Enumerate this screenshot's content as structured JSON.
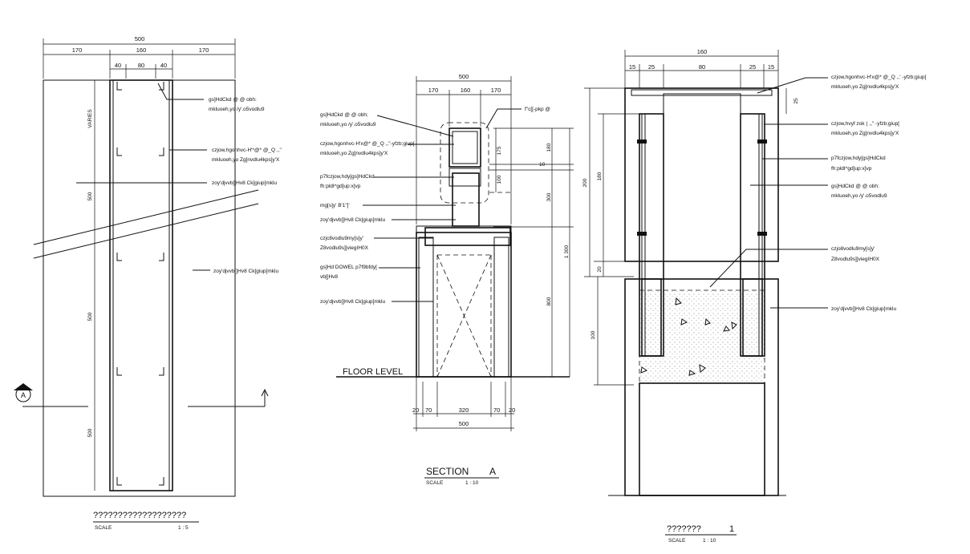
{
  "plan": {
    "dims_top": {
      "total": "500",
      "left": "170",
      "mid": "160",
      "right": "170",
      "a": "40",
      "b": "80",
      "c": "40"
    },
    "dims_left": {
      "varies": "VARIES",
      "d1": "500",
      "d2": "500",
      "d3": "500"
    },
    "labels": [
      "gs]HdCkd @ @ obh:",
      "mkluoeh,yo /y'.o5vodlu9",
      "czjow,hgonhvc-H'*@* @_Q ,,\"",
      "mkluoeh,yo Zg]nvdlu4kps]y'X",
      "zoy'djvvb[]Hv8 Ck[giup[mklu",
      "zoy'djvvb[]Hv8 Ck[giup[mklu"
    ],
    "section_mark": "A",
    "title": "???????????????????",
    "scale_label": "SCALE",
    "scale_value": "1 : 5"
  },
  "section": {
    "dims_top": {
      "total": "500",
      "left": "170",
      "mid": "160",
      "right": "170"
    },
    "dims_right": {
      "a": "175",
      "b": "180",
      "c": "100",
      "d": "300",
      "e": "1 300",
      "f": "800",
      "g": "10"
    },
    "dims_bottom": {
      "total": "500",
      "a": "20",
      "b": "70",
      "c": "320",
      "d": "70",
      "e": "20"
    },
    "labels_left": [
      "gs]HdCkd @ @ obh;",
      "mkluoeh,yo /y'.o5vodlu9",
      "czjow,hgonhvc-H'x@* @_Q ,,\"-yfzb;giup[",
      "mkluoeh,yo Zg]nvdlu4kps]y'X",
      "p7fczjow,hdy[gs]HdCkd",
      "fh:pldl^gd]up:x]vp",
      "mg[s]y' B'1\"]'",
      "zoy'djvvb[]Hv8 Ck[giup[mklu",
      "czjc8vodlu9my[s]y'",
      "Z8vodlu9s]]viegIH0X",
      "gs]Hd DOWEL p7f9bfdy[",
      "vb[]Hv8",
      "zoy'djvvb[]Hv8 Ck[giup[mklu"
    ],
    "label_top_right": "f\"c[[-pkp @",
    "floor_level": "FLOOR LEVEL",
    "title": "SECTION",
    "title_mark": "A",
    "scale_label": "SCALE",
    "scale_value": "1 : 10"
  },
  "detail": {
    "dims_top": {
      "total": "160",
      "a": "15",
      "b": "25",
      "c": "80",
      "d": "25",
      "e": "15"
    },
    "dims_left": {
      "a": "200",
      "b": "180",
      "c": "20",
      "d": "100"
    },
    "dim_right": "25",
    "labels": [
      "czjow,hgonhvc-H'x@* @_Q ,,' -yfzb;giup[",
      "mkluoeh,yo Zg]nvdlu4kps]y'X",
      "czjow,hvyf zok ( ,,\" -yfzb;giup[",
      "mkluoeh,yo Zg]nvdlu4kps]y'X",
      "p7fczjow,hdy[gs]HdCkd",
      "fh:pldl^gd]up:x]vp",
      "gs]HdCkd @ @ obh:",
      "mkluoeh,yo /y'.o5vodlu9",
      "czjo8vodlu9my[s]y'",
      "Z8vodlu9s]]viegIH0X",
      "zoy'djvvb[]Hv8 Ck[giup[mklu"
    ],
    "title": "???????",
    "title_mark": "1",
    "scale_label": "SCALE",
    "scale_value": "1 : 10"
  }
}
